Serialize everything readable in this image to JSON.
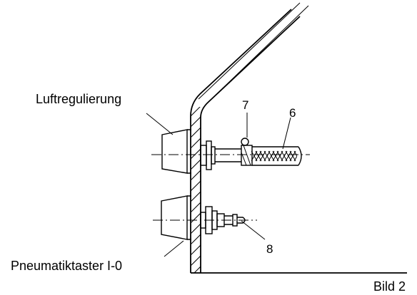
{
  "labels": {
    "air_regulation": "Luftregulierung",
    "pneumatic_button": "Pneumatiktaster I-0",
    "figure_caption": "Bild 2"
  },
  "callouts": {
    "part_7": "7",
    "part_6": "6",
    "part_8": "8"
  }
}
